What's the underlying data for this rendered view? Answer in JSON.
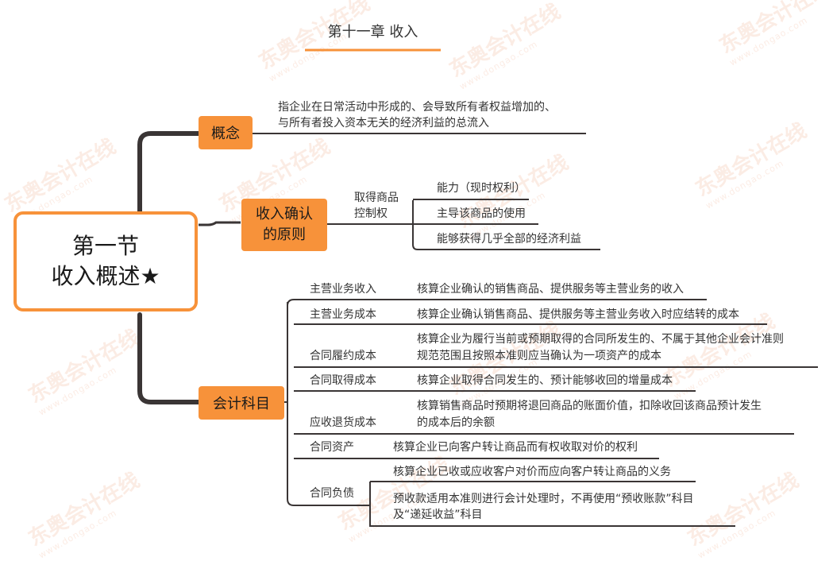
{
  "header": {
    "title": "第十一章  收入"
  },
  "root": {
    "line1": "第一节",
    "line2": "收入概述★"
  },
  "branches": {
    "concept": {
      "label": "概念",
      "definition_line1": "指企业在日常活动中形成的、会导致所有者权益增加的、",
      "definition_line2": "与所有者投入资本无关的经济利益的总流入"
    },
    "recognition": {
      "label_line1": "收入确认",
      "label_line2": "的原则",
      "sub_line1": "取得商品",
      "sub_line2": "控制权",
      "items": [
        "能力（现时权利）",
        "主导该商品的使用",
        "能够获得几乎全部的经济利益"
      ]
    },
    "accounts": {
      "label": "会计科目",
      "rows": [
        {
          "name": "主营业务收入",
          "desc1": "核算企业确认的销售商品、提供服务等主营业务的收入",
          "desc2": ""
        },
        {
          "name": "主营业务成本",
          "desc1": "核算企业确认销售商品、提供服务等主营业务收入时应结转的成本",
          "desc2": ""
        },
        {
          "name": "合同履约成本",
          "desc1": "核算企业为履行当前或预期取得的合同所发生的、不属于其他企业会计准则",
          "desc2": "规范范围且按照本准则应当确认为一项资产的成本"
        },
        {
          "name": "合同取得成本",
          "desc1": "核算企业取得合同发生的、预计能够收回的增量成本",
          "desc2": ""
        },
        {
          "name": "应收退货成本",
          "desc1": "核算销售商品时预期将退回商品的账面价值，扣除收回该商品预计发生",
          "desc2": "的成本后的余额"
        },
        {
          "name": "合同资产",
          "desc1": "核算企业已向客户转让商品而有权收取对价的权利",
          "desc2": ""
        },
        {
          "name": "合同负债",
          "desc1": "核算企业已收或应收客户对价而应向客户转让商品的义务",
          "desc2": ""
        }
      ],
      "liability_note_line1": "预收款适用本准则进行会计处理时，不再使用“预收账款”科目",
      "liability_note_line2": "及“递延收益”科目"
    }
  },
  "watermark": {
    "brand": "东奥会计在线",
    "url": "www.dongao.com"
  },
  "colors": {
    "accent": "#f7923a",
    "line": "#3a3535",
    "root_border": "#f7923a"
  }
}
